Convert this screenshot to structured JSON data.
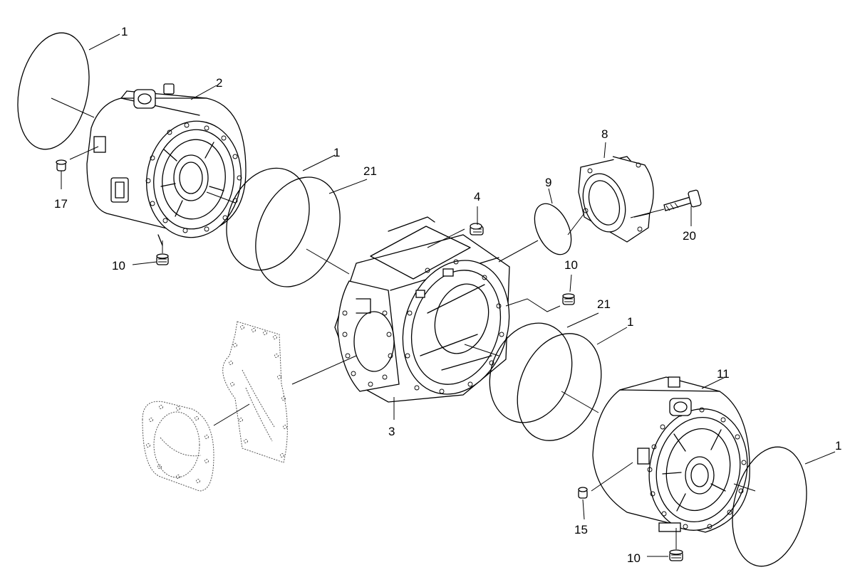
{
  "callouts": [
    {
      "id": "c1a",
      "text": "1"
    },
    {
      "id": "c2",
      "text": "2"
    },
    {
      "id": "c17",
      "text": "17"
    },
    {
      "id": "c10a",
      "text": "10"
    },
    {
      "id": "c1b",
      "text": "1"
    },
    {
      "id": "c21a",
      "text": "21"
    },
    {
      "id": "c4",
      "text": "4"
    },
    {
      "id": "c9",
      "text": "9"
    },
    {
      "id": "c8",
      "text": "8"
    },
    {
      "id": "c20",
      "text": "20"
    },
    {
      "id": "c10b",
      "text": "10"
    },
    {
      "id": "c21b",
      "text": "21"
    },
    {
      "id": "c1c",
      "text": "1"
    },
    {
      "id": "c3",
      "text": "3"
    },
    {
      "id": "c11",
      "text": "11"
    },
    {
      "id": "c1d",
      "text": "1"
    },
    {
      "id": "c15",
      "text": "15"
    },
    {
      "id": "c10c",
      "text": "10"
    }
  ]
}
